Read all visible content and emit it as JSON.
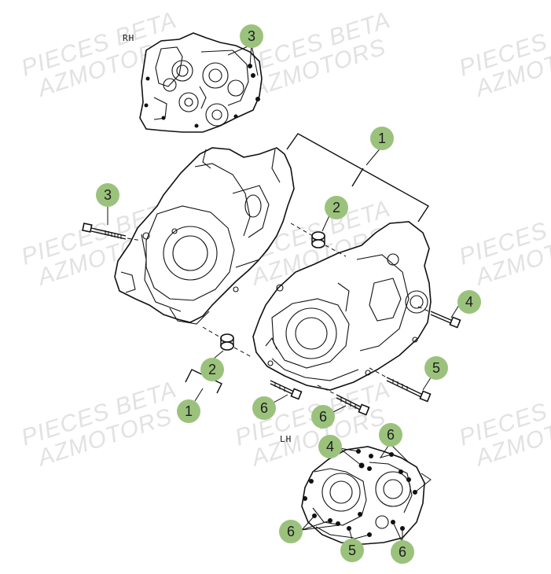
{
  "watermark": {
    "line1": "PIECES BETA",
    "line2": "AZMOTORS"
  },
  "views": {
    "rh_label": "RH",
    "lh_label": "LH"
  },
  "callouts": {
    "c1": "3",
    "c2": "1",
    "c3": "3",
    "c4": "2",
    "c5": "4",
    "c6": "2",
    "c7": "5",
    "c8": "1",
    "c9": "6",
    "c10": "6",
    "c11": "4",
    "c12": "6",
    "c13": "6",
    "c14": "5",
    "c15": "6"
  },
  "colors": {
    "callout_fill": "#9bc27c",
    "line": "#111111",
    "watermark": "#e2e2e2"
  }
}
